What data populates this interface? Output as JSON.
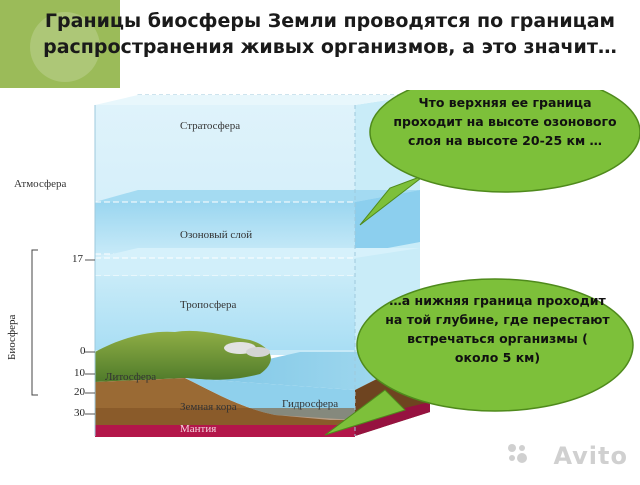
{
  "title": "Границы биосферы Земли проводятся по границам распространения живых организмов, а это значит…",
  "layers": {
    "stratosphere": "Стратосфера",
    "ozone": "Озоновый слой",
    "troposphere": "Тропосфера",
    "lithosphere": "Литосфера",
    "crust": "Земная кора",
    "hydrosphere": "Гидросфера",
    "mantle": "Мантия"
  },
  "left_labels": {
    "atmosphere": "Атмосфера",
    "biosphere": "Биосфера"
  },
  "scale": [
    "17",
    "0",
    "10",
    "20",
    "30"
  ],
  "bubble_top": "Что верхняя ее граница проходит на высоте озонового слоя на высоте 20-25 км …",
  "bubble_bottom": "…а нижняя граница проходит на той глубине, где  перестают встречаться организмы ( около 5 км)",
  "watermark": "Avito",
  "colors": {
    "accent": "#9bbb59",
    "bubble": "#7dc03a",
    "sky": "#b9e3f4",
    "ozone": "#8fd0ee",
    "earth": "#8a5a2b",
    "mantle": "#b3164a"
  }
}
